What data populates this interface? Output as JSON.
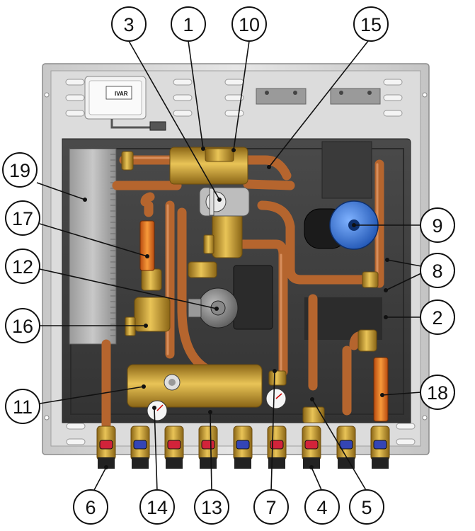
{
  "diagram": {
    "label_plate_text": "IVAR",
    "callouts": [
      {
        "id": "1",
        "label": "1"
      },
      {
        "id": "2",
        "label": "2"
      },
      {
        "id": "3",
        "label": "3"
      },
      {
        "id": "4",
        "label": "4"
      },
      {
        "id": "5",
        "label": "5"
      },
      {
        "id": "6",
        "label": "6"
      },
      {
        "id": "7",
        "label": "7"
      },
      {
        "id": "8",
        "label": "8"
      },
      {
        "id": "9",
        "label": "9"
      },
      {
        "id": "10",
        "label": "10"
      },
      {
        "id": "11",
        "label": "11"
      },
      {
        "id": "12",
        "label": "12"
      },
      {
        "id": "13",
        "label": "13"
      },
      {
        "id": "14",
        "label": "14"
      },
      {
        "id": "15",
        "label": "15"
      },
      {
        "id": "16",
        "label": "16"
      },
      {
        "id": "17",
        "label": "17"
      },
      {
        "id": "18",
        "label": "18"
      },
      {
        "id": "19",
        "label": "19"
      }
    ],
    "colors": {
      "cabinet": "#d9d9d9",
      "back_panel": "#404040",
      "copper": "#b5652e",
      "brass": "#c9a23a",
      "pump_blue": "#2a6fd6",
      "handle_red": "#d2233a",
      "handle_blue": "#3445b5"
    }
  }
}
